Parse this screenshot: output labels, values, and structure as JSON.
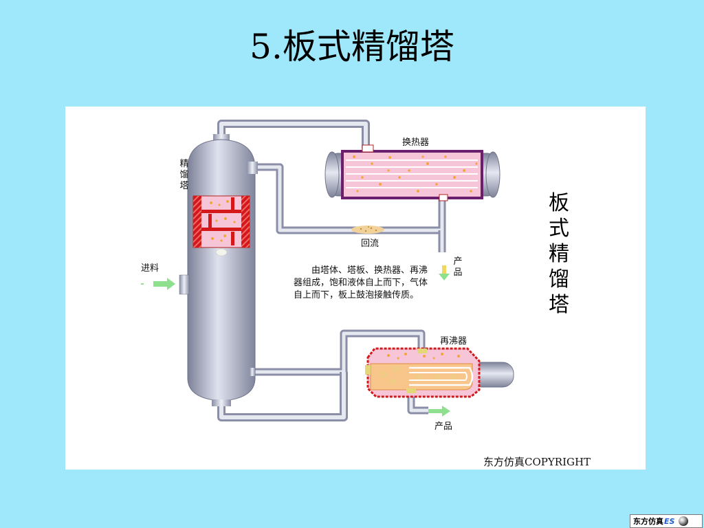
{
  "slide": {
    "title": "5.板式精馏塔"
  },
  "diagram": {
    "labels": {
      "column": "精馏塔",
      "heat_exchanger": "换热器",
      "reflux": "回流",
      "product_top": "产品",
      "feed": "进料",
      "reboiler": "再沸器",
      "product_bottom": "产品"
    },
    "side_title": "板式精馏塔",
    "description": "由塔体、塔板、换热器、再沸器组成，饱和液体自上而下，气体自上而下，板上鼓泡接触传质。",
    "copyright": "东方仿真COPYRIGHT"
  },
  "logo": {
    "cn": "东方仿真",
    "es": "ES"
  },
  "colors": {
    "background": "#9fe8fb",
    "vessel": "#a7abc3",
    "tray_red": "#d4181a",
    "exchanger_frame": "#6a1f6e",
    "liquid": "#f6c6d8",
    "bubble": "#f3a53a",
    "flow_arrow": "#8ee08e"
  }
}
